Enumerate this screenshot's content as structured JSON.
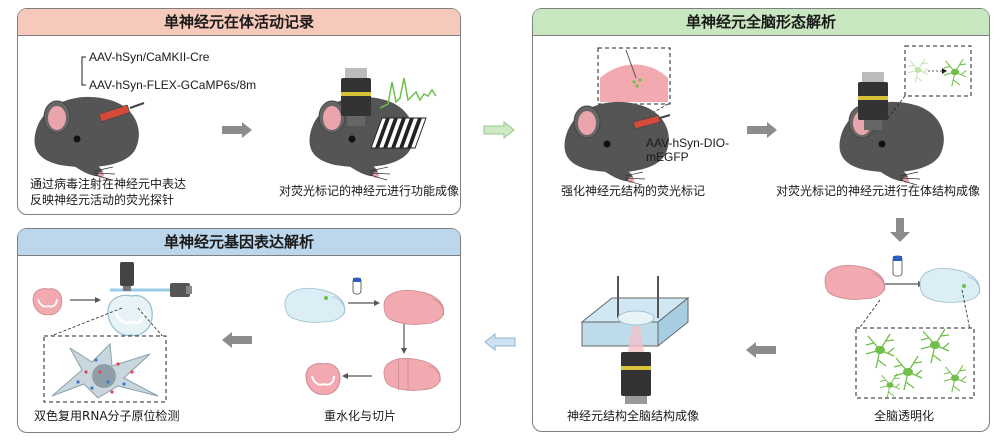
{
  "panels": {
    "in_vivo": {
      "title": "单神经元在体活动记录",
      "virus_1": "AAV-hSyn/CaMKII-Cre",
      "virus_2": "AAV-hSyn-FLEX-GCaMP6s/8m",
      "step1_line1": "通过病毒注射在神经元中表达",
      "step1_line2": "反映神经元活动的荧光探针",
      "step2": "对荧光标记的神经元进行功能成像"
    },
    "morphology": {
      "title": "单神经元全脑形态解析",
      "virus_1": "AAV-hSyn-DIO-",
      "virus_2": "mEGFP",
      "step1": "强化神经元结构的荧光标记",
      "step2": "对荧光标记的神经元进行在体结构成像",
      "step3": "全脑透明化",
      "step4": "神经元结构全脑结构成像"
    },
    "gene": {
      "title": "单神经元基因表达解析",
      "step1": "重水化与切片",
      "step2": "双色复用RNA分子原位检测"
    }
  },
  "colors": {
    "title_red": "#f7c9bb",
    "title_green": "#c8e6c0",
    "title_blue": "#bcd7ec",
    "neuron_green": "#6fbf4a",
    "brain_pink": "#f2aab0"
  }
}
